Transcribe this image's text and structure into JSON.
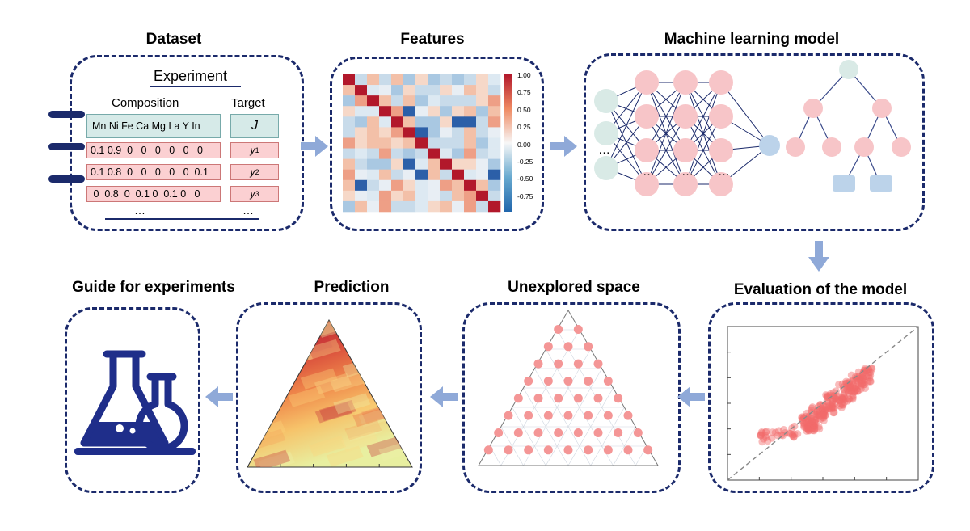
{
  "steps": {
    "dataset": {
      "title": "Dataset",
      "experiment_label": "Experiment",
      "composition_label": "Composition",
      "target_label": "Target",
      "elements_header": "Mn Ni  Fe Ca Mg La Y In",
      "target_header": "J",
      "rows": [
        {
          "values": "0.1 0.9  0   0   0   0   0   0",
          "target_sym": "y",
          "target_sub": "1"
        },
        {
          "values": "0.1 0.8  0   0   0   0   0  0.1",
          "target_sym": "y",
          "target_sub": "2"
        },
        {
          "values": " 0  0.8  0  0.1 0  0.1 0   0",
          "target_sym": "y",
          "target_sub": "3"
        }
      ],
      "ellipsis_left": "…",
      "ellipsis_right": "…"
    },
    "features": {
      "title": "Features",
      "colorbar_ticks": [
        "1.00",
        "0.75",
        "0.50",
        "0.25",
        "0.00",
        "-0.25",
        "-0.50",
        "-0.75"
      ]
    },
    "model": {
      "title": "Machine learning model",
      "ellipsis": "…"
    },
    "evaluation": {
      "title": "Evaluation of the model"
    },
    "unexplored": {
      "title": "Unexplored space"
    },
    "prediction": {
      "title": "Prediction"
    },
    "guide": {
      "title": "Guide for experiments"
    }
  },
  "colors": {
    "panel_border": "#1b2a6b",
    "arrow": "#8fa9d8",
    "node_pink": "#f7c5c8",
    "node_blue": "#cfe3ec",
    "scatter": "#f26a6a",
    "flask": "#1f2e8a"
  }
}
